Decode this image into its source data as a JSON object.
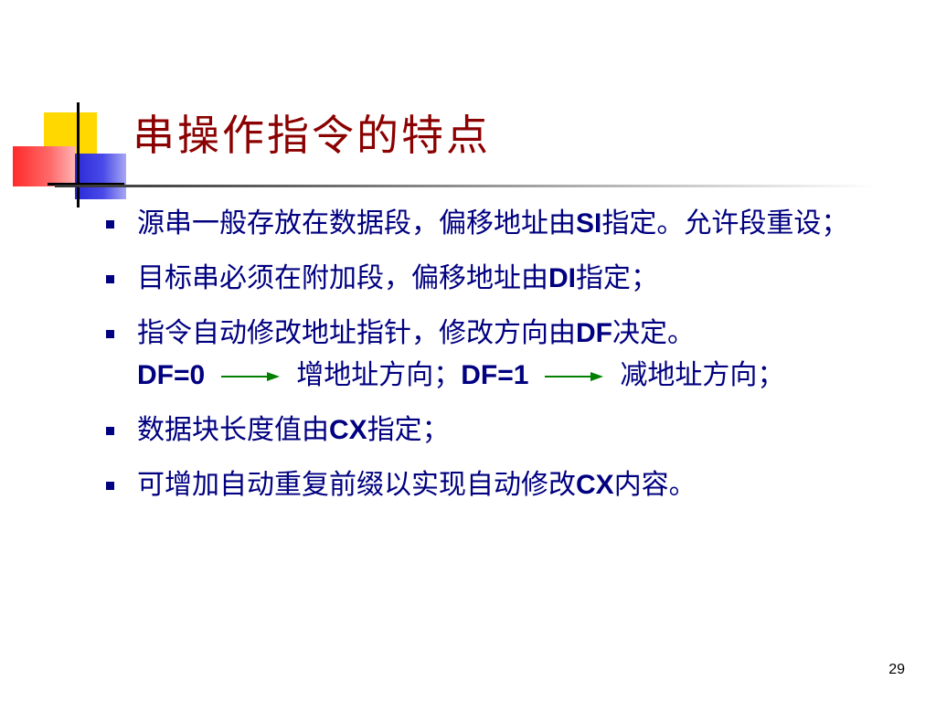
{
  "slide": {
    "title": "串操作指令的特点",
    "page_number": "29",
    "arrow_color": "#008000",
    "title_color": "#8b0000",
    "text_color": "#000080"
  },
  "bullets": [
    {
      "parts": [
        "源串一般存放在数据段，偏移地址由",
        "SI",
        "指定。允许段重设；"
      ]
    },
    {
      "parts": [
        "目标串必须在附加段，偏移地址由",
        "DI",
        "指定；"
      ]
    },
    {
      "parts": [
        "指令自动修改地址指针，修改方向由",
        "DF",
        "决定。",
        "DF=0",
        "增地址方向；",
        "DF=1",
        "减地址方向；"
      ]
    },
    {
      "parts": [
        "数据块长度值由",
        "CX",
        "指定；"
      ]
    },
    {
      "parts": [
        "可增加自动重复前缀以实现自动修改",
        "CX",
        "内容。"
      ]
    }
  ]
}
